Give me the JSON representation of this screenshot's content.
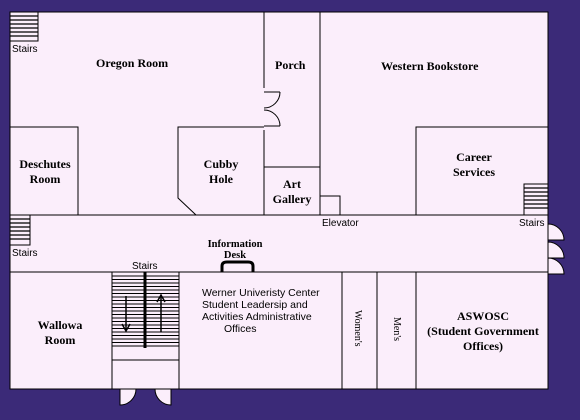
{
  "rooms": {
    "oregon": "Oregon Room",
    "porch": "Porch",
    "bookstore": "Western Bookstore",
    "deschutes": [
      "Deschutes",
      "Room"
    ],
    "cubby": [
      "Cubby",
      "Hole"
    ],
    "art": [
      "Art",
      "Gallery"
    ],
    "career": [
      "Career",
      "Services"
    ],
    "wallowa": [
      "Wallowa",
      "Room"
    ],
    "aswosc": [
      "ASWOSC",
      "(Student Government",
      "Offices)"
    ],
    "womens": "Women's",
    "mens": "Men's",
    "elevator": "Elevator",
    "info_desk": [
      "Information",
      "Desk"
    ],
    "werner": [
      "Werner Univeristy Center",
      "Student Leadersip and",
      "Activities Administrative",
      "Offices"
    ]
  },
  "stairs": {
    "top_left": "Stairs",
    "mid_left": "Stairs",
    "mid_right": "Stairs",
    "center": "Stairs"
  },
  "colors": {
    "background": "#3b2a78",
    "floor": "#fbeefb",
    "wall": "#000000"
  }
}
